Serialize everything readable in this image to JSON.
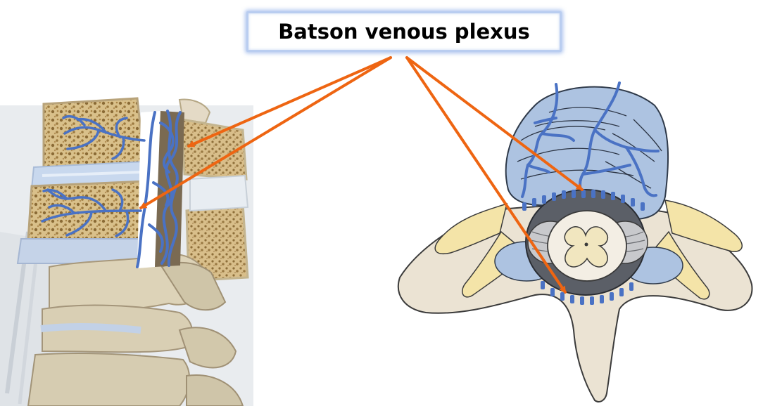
{
  "label": {
    "text": "Batson venous plexus"
  },
  "colors": {
    "arrow": "#ee6512",
    "vein": "#4a72c4",
    "bone": "#e6ddc8",
    "cancellous": "#c8a96a",
    "disc": "#c9d8ee",
    "cord_dark": "#5a5d63",
    "grey_matter": "#f0e6c4",
    "ligament_yellow": "#f3e3a6"
  },
  "figures": {
    "left": {
      "description_icon": "lumbar-spine-sagittal-illustration"
    },
    "right": {
      "description_icon": "vertebra-axial-cross-section-illustration"
    }
  },
  "arrows": {
    "count": 4,
    "color": "#ee6512"
  }
}
